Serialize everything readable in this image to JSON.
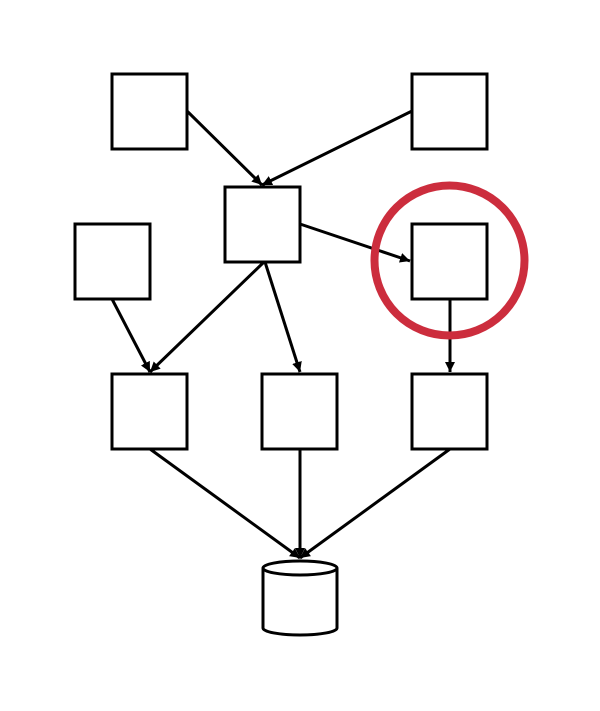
{
  "diagram": {
    "nodes": [
      {
        "id": "top-left"
      },
      {
        "id": "top-right"
      },
      {
        "id": "middle-center"
      },
      {
        "id": "middle-left"
      },
      {
        "id": "middle-right",
        "highlighted": true
      },
      {
        "id": "bottom-left"
      },
      {
        "id": "bottom-center"
      },
      {
        "id": "bottom-right"
      }
    ],
    "data_store": {
      "id": "database",
      "shape": "cylinder"
    },
    "edges": [
      {
        "from": "top-left",
        "to": "middle-center"
      },
      {
        "from": "top-right",
        "to": "middle-center"
      },
      {
        "from": "middle-center",
        "to": "middle-right"
      },
      {
        "from": "middle-center",
        "to": "bottom-left"
      },
      {
        "from": "middle-center",
        "to": "bottom-center"
      },
      {
        "from": "middle-left",
        "to": "bottom-left"
      },
      {
        "from": "middle-right",
        "to": "bottom-right"
      },
      {
        "from": "bottom-left",
        "to": "database"
      },
      {
        "from": "bottom-center",
        "to": "database"
      },
      {
        "from": "bottom-right",
        "to": "database"
      }
    ],
    "colors": {
      "stroke": "#000000",
      "fill": "#ffffff",
      "highlight": "#cc2d3d"
    }
  }
}
